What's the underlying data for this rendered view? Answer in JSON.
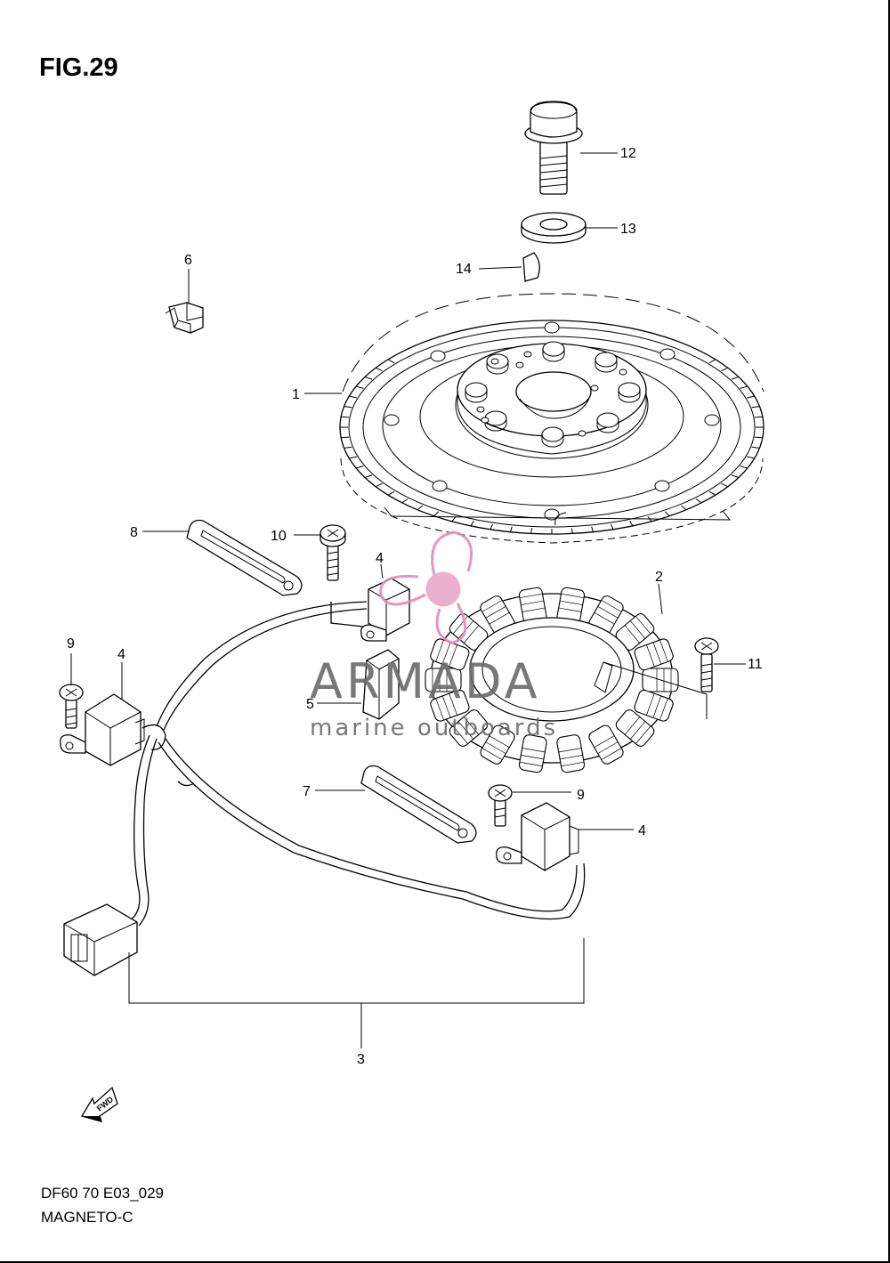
{
  "figure": {
    "title": "FIG.29",
    "drawing_code": "DF60 70 E03_029",
    "drawing_name": "MAGNETO-C",
    "fwd_label": "FWD"
  },
  "callouts": [
    "1",
    "2",
    "3",
    "4",
    "4",
    "4",
    "5",
    "6",
    "7",
    "8",
    "9",
    "9",
    "10",
    "11",
    "12",
    "13",
    "14"
  ],
  "watermark": {
    "brand": "ARMADA",
    "tagline": "marine outboards",
    "logo_color": "#e58bb8"
  }
}
